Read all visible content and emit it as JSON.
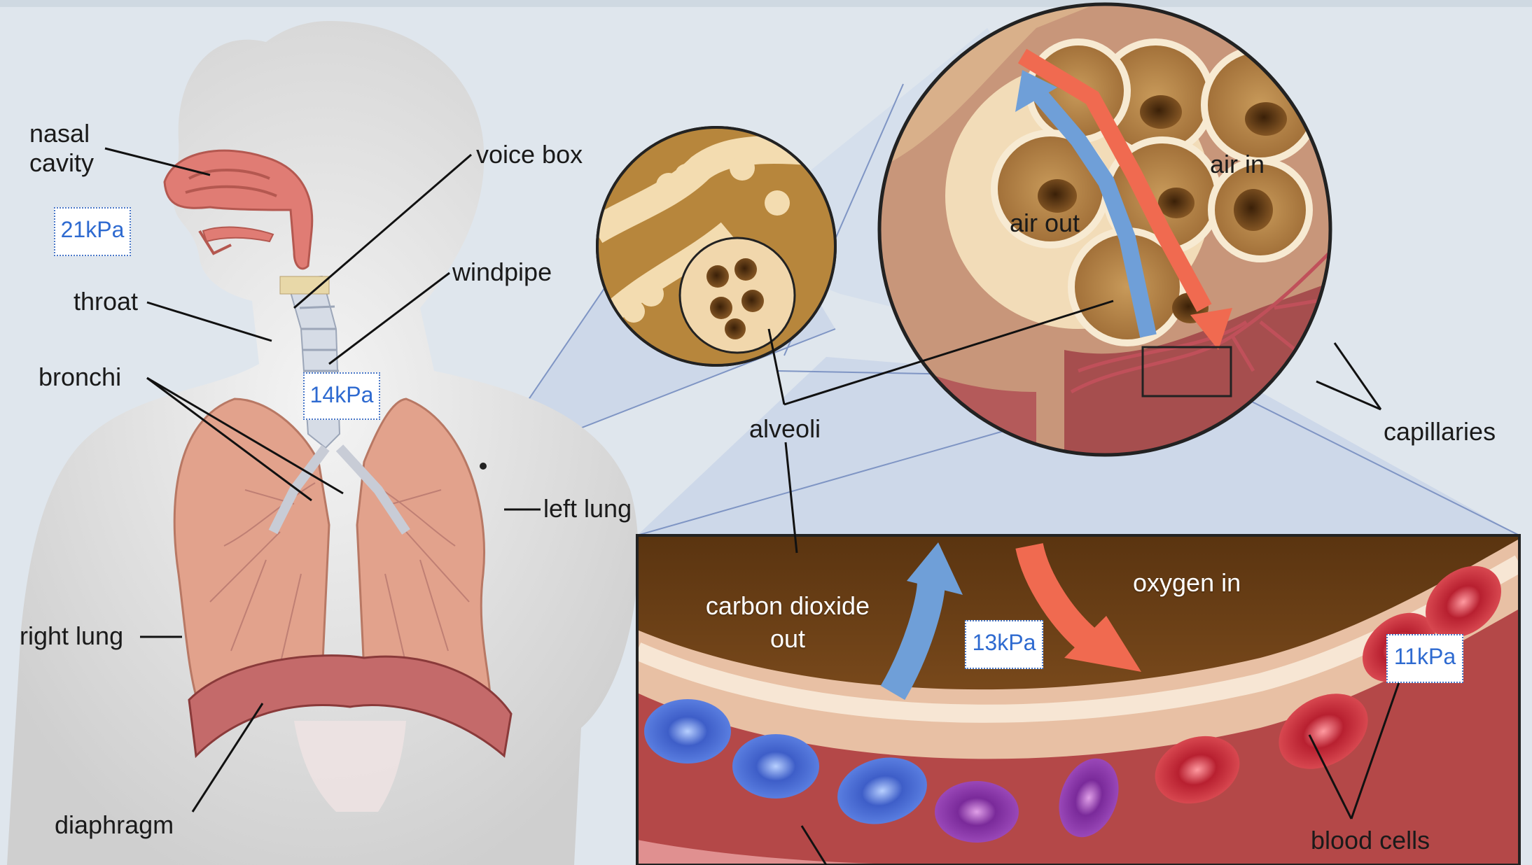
{
  "labels": {
    "nasal_cavity_line1": "nasal",
    "nasal_cavity_line2": "cavity",
    "voice_box": "voice box",
    "windpipe": "windpipe",
    "throat": "throat",
    "bronchi": "bronchi",
    "right_lung": "right lung",
    "left_lung": "left lung",
    "diaphragm": "diaphragm",
    "alveoli": "alveoli",
    "air_in": "air in",
    "air_out": "air out",
    "capillaries": "capillaries",
    "carbon_dioxide_out_line1": "carbon dioxide",
    "carbon_dioxide_out_line2": "out",
    "oxygen_in": "oxygen in",
    "blood_cells": "blood cells"
  },
  "pressure_badges": {
    "nasal_cavity": "21kPa",
    "windpipe": "14kPa",
    "alveolar_air": "13kPa",
    "blood": "11kPa"
  },
  "colors": {
    "skin_figure": "#e4e4e4",
    "lung_tissue": "#e2a28c",
    "alveoli": "#d6b07a",
    "oxygen_arrow": "#f06a50",
    "co2_arrow": "#6f9fd8",
    "deoxygenated_cell": "#4f6fd0",
    "oxygenated_cell": "#d03a42",
    "badge_text": "#2e6ad0"
  }
}
